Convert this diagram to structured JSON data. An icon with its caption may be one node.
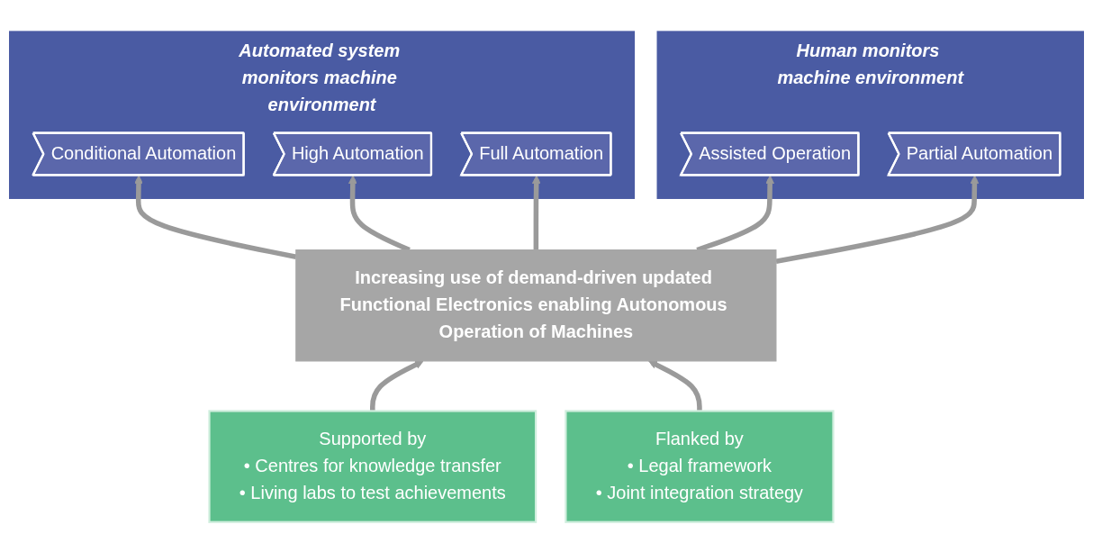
{
  "diagram": {
    "nodes": [
      {
        "text": [
          "Human monitors machine environment"
        ]
      },
      {
        "text": [
          "Assisted Operation"
        ],
        "in": 0
      },
      {
        "text": [
          "Partial Automation"
        ],
        "in": 0
      },
      {
        "text": [
          "Automated system monitors machine environment"
        ]
      },
      {
        "text": [
          "Conditional Automation"
        ],
        "in": 3
      },
      {
        "text": [
          "High Automation"
        ],
        "in": 3
      },
      {
        "text": [
          "Full Automation"
        ],
        "in": 3
      },
      {
        "text": [
          "Increasing use of demand-driven updated Functional Electronics enabling Autonomous Operation of Machines"
        ]
      },
      {
        "text": [
          "Supported by",
          "• Centres for knowledge transfer",
          "• Living labs to test achievements"
        ]
      },
      {
        "text": [
          "Flanked by",
          "• Legal framework",
          "• Joint integration strategy"
        ]
      }
    ],
    "edges": [
      {
        "from": 7,
        "to": 1,
        "arrow": "to"
      },
      {
        "from": 7,
        "to": 2,
        "arrow": "to"
      },
      {
        "from": 7,
        "to": 4,
        "arrow": "to"
      },
      {
        "from": 7,
        "to": 5,
        "arrow": "to"
      },
      {
        "from": 7,
        "to": 6,
        "arrow": "to"
      },
      {
        "from": 8,
        "to": 7,
        "arrow": "to"
      },
      {
        "from": 9,
        "to": 7,
        "arrow": "to"
      }
    ]
  }
}
